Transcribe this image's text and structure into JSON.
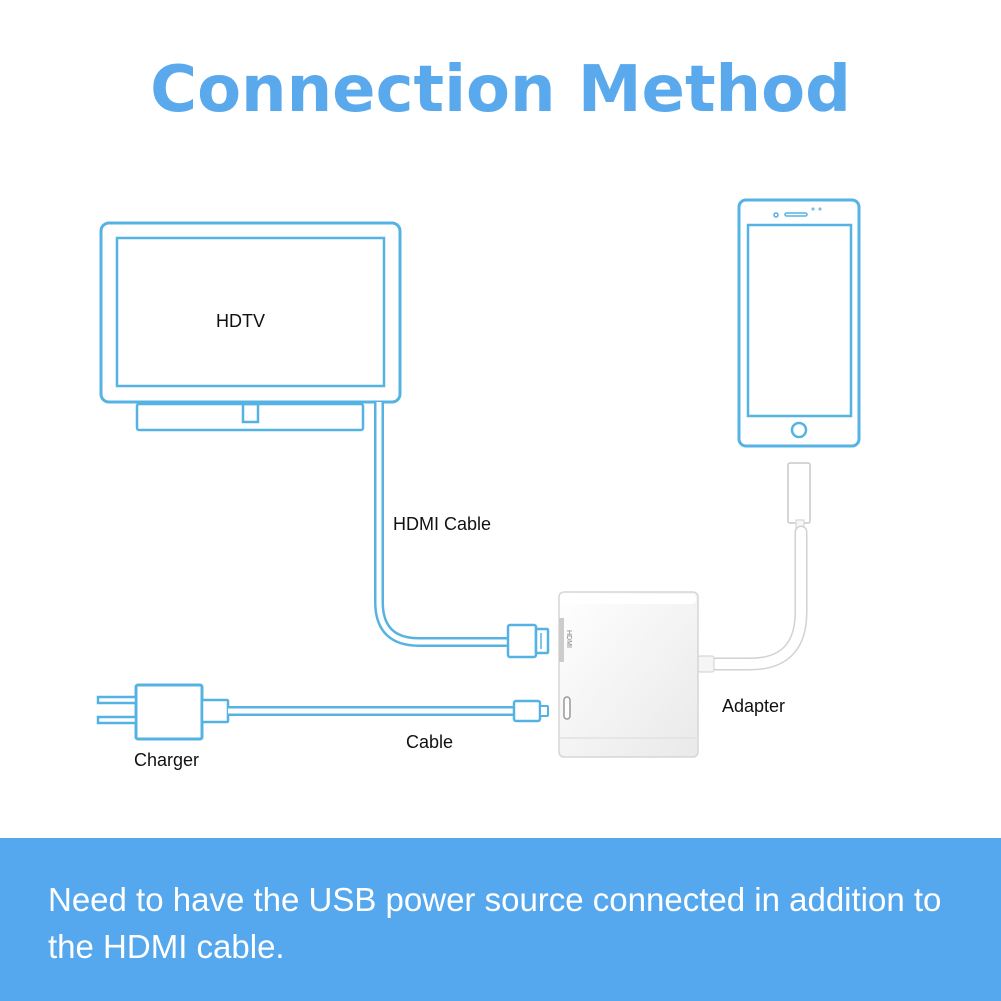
{
  "title": "Connection Method",
  "colors": {
    "title": "#5aa9ec",
    "outline": "#55b3e3",
    "footer_bg": "#56a8ee",
    "footer_text": "#ffffff",
    "adapter_body": "#f4f4f4",
    "cable_white": "#ffffff"
  },
  "labels": {
    "hdtv": "HDTV",
    "hdmi_cable": "HDMI Cable",
    "adapter": "Adapter",
    "charger": "Charger",
    "cable": "Cable",
    "port_hdmi": "HDMI"
  },
  "icons": {
    "tv": "tv-icon",
    "phone": "smartphone-icon",
    "plug": "wall-charger-icon",
    "adapter": "hdmi-adapter-icon"
  },
  "footer": {
    "note": "Need to have the USB power source connected in addition to the HDMI cable."
  }
}
